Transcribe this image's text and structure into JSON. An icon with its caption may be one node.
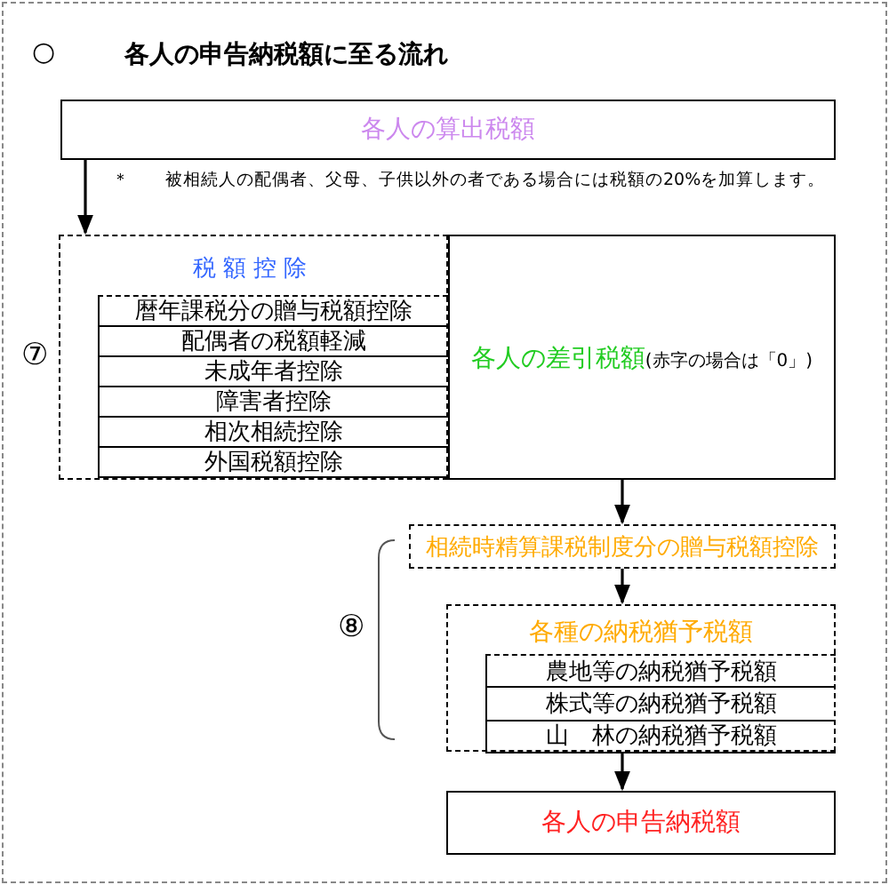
{
  "diagram": {
    "title": "各人の申告納税額に至る流れ",
    "nodes": [
      {
        "text": [
          "各人の算出税額"
        ],
        "beside": [
          "＊　　被相続人の配偶者、父母、子供以外の者である場合には税額の20%を加算します。"
        ]
      },
      {
        "text": [
          "税額控除"
        ]
      },
      {
        "text": [
          "暦年課税分の贈与税額控除"
        ],
        "in": 1
      },
      {
        "text": [
          "配偶者の税額軽減"
        ],
        "in": 1
      },
      {
        "text": [
          "未成年者控除"
        ],
        "in": 1
      },
      {
        "text": [
          "障害者控除"
        ],
        "in": 1
      },
      {
        "text": [
          "相次相続控除"
        ],
        "in": 1
      },
      {
        "text": [
          "外国税額控除"
        ],
        "in": 1
      },
      {
        "text": [
          "各人の差引税額",
          "(赤字の場合は「0」)"
        ]
      },
      {
        "text": [
          "相続時精算課税制度分の贈与税額控除"
        ]
      },
      {
        "text": [
          "各種の納税猶予税額"
        ]
      },
      {
        "text": [
          "農地等の納税猶予税額"
        ],
        "in": 10
      },
      {
        "text": [
          "株式等の納税猶予税額"
        ],
        "in": 10
      },
      {
        "text": [
          "山　林の納税猶予税額"
        ],
        "in": 10
      },
      {
        "text": [
          "各人の申告納税額"
        ]
      }
    ],
    "edges": [
      {
        "from": 0,
        "to": 1,
        "arrow": "to"
      },
      {
        "from": 8,
        "to": 9,
        "arrow": "to"
      },
      {
        "from": 9,
        "to": 10,
        "arrow": "to"
      },
      {
        "from": 10,
        "to": 14,
        "arrow": "to"
      }
    ],
    "labels": [
      "○",
      "⑦",
      "⑧"
    ]
  }
}
